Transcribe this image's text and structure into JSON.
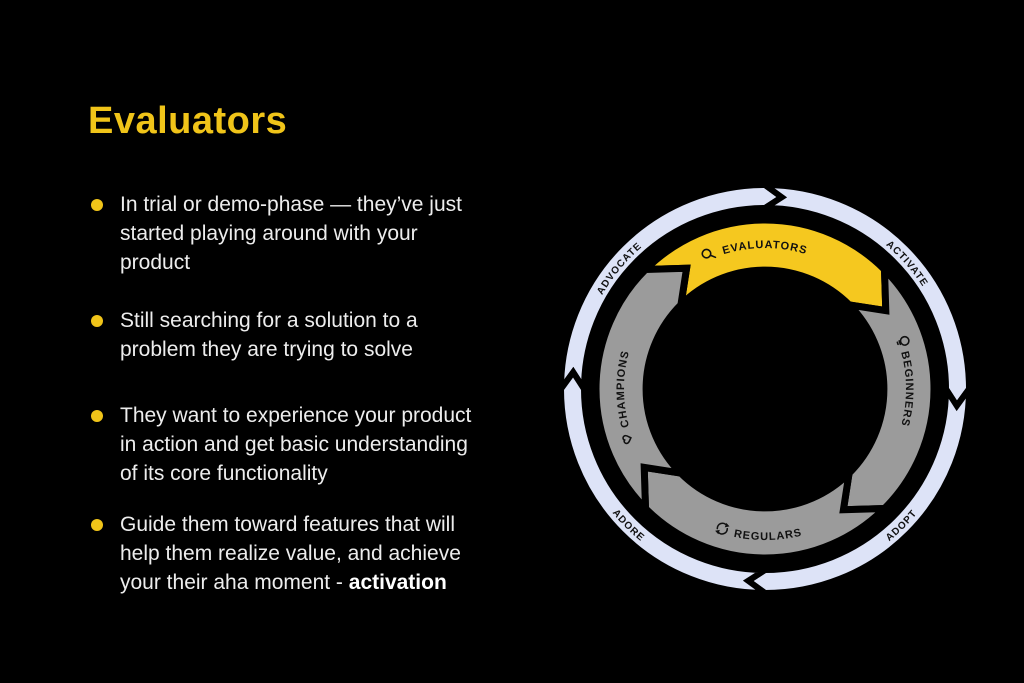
{
  "slide": {
    "title": "Evaluators",
    "bullets": [
      {
        "lines": [
          "In trial or demo-phase — they’ve just",
          "started playing around with your",
          "product"
        ]
      },
      {
        "lines": [
          "Still searching for a solution to a",
          "problem they are trying to solve"
        ]
      },
      {
        "lines": [
          "They want to experience your product",
          "in action and get basic understanding",
          "of its core functionality"
        ]
      },
      {
        "lines": [
          "Guide them toward features that will",
          "help them realize value, and achieve",
          "your their aha moment - "
        ],
        "bold_suffix": "activation"
      }
    ]
  },
  "diagram": {
    "segments": [
      {
        "label": "EVALUATORS",
        "icon": "magnifier-icon",
        "color": "#f5c81f",
        "highlighted": true
      },
      {
        "label": "BEGINNERS",
        "icon": "lightbulb-icon",
        "color": "#9b9b9b",
        "highlighted": false
      },
      {
        "label": "REGULARS",
        "icon": "cycle-icon",
        "color": "#9b9b9b",
        "highlighted": false
      },
      {
        "label": "CHAMPIONS",
        "icon": "heart-icon",
        "color": "#9b9b9b",
        "highlighted": false
      }
    ],
    "ring_labels": [
      "ADVOCATE",
      "ACTIVATE",
      "ADOPT",
      "ADORE"
    ],
    "colors": {
      "ring": "#dde3f7",
      "highlight": "#f5c81f",
      "segment_gray": "#9b9b9b",
      "label": "#111111",
      "outline": "#000000"
    }
  },
  "colors": {
    "background": "#000000",
    "accent_yellow": "#f0c419",
    "body_text": "#ededed"
  }
}
